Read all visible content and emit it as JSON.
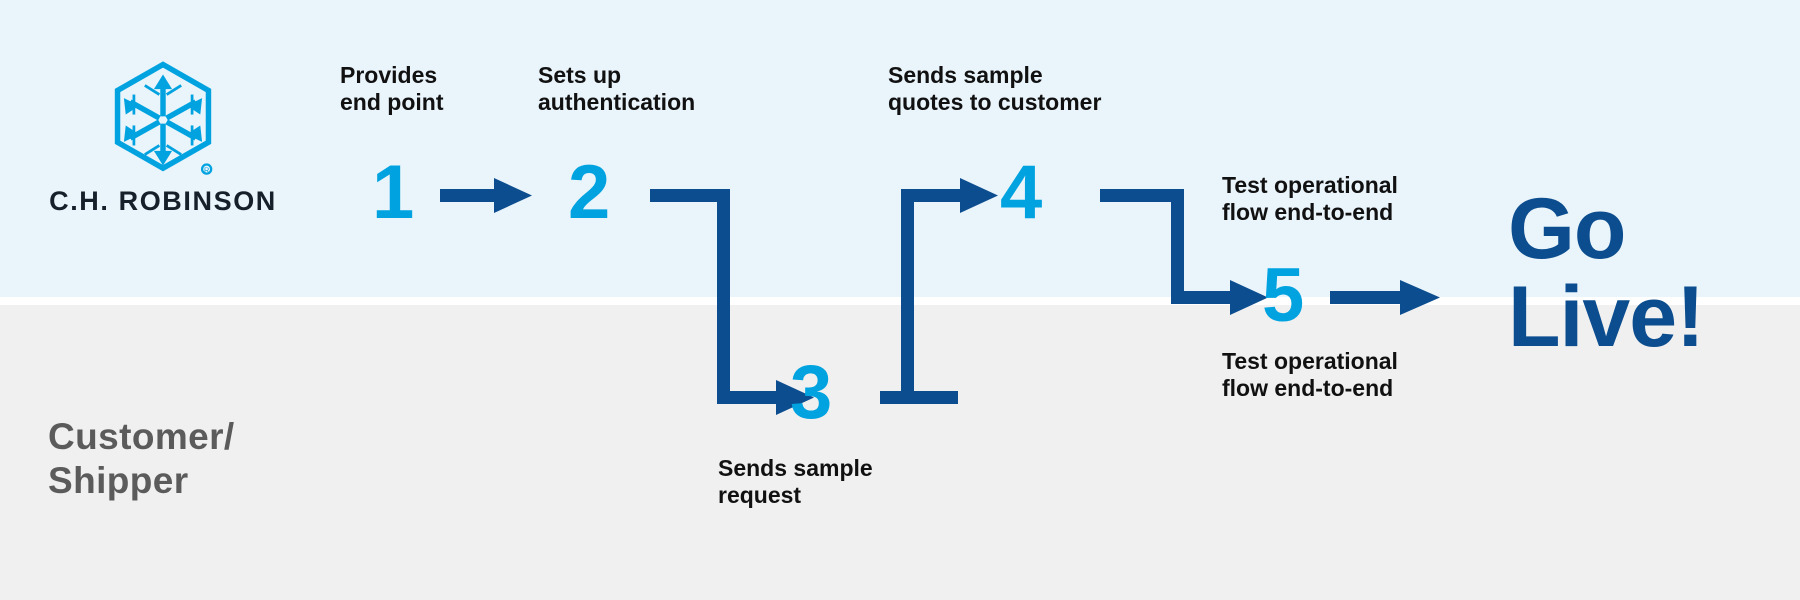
{
  "diagram": {
    "title": "C.H. Robinson API onboarding process flow",
    "colors": {
      "band_top": "#e9f4fb",
      "band_bottom": "#f0f0f0",
      "step_number": "#00a3e0",
      "connector": "#0b4d8f",
      "logo": "#00a3e0",
      "caption_text": "#111111",
      "lane_label_text": "#5b5b5b",
      "go_live_text": "#0b4d8f"
    }
  },
  "branding": {
    "logo_icon": "ch-robinson-hexagon-arrows-logo",
    "wordmark": "C.H. ROBINSON",
    "registered_mark": "®"
  },
  "lanes": [
    {
      "id": "provider",
      "label": ""
    },
    {
      "id": "customer",
      "label": "Customer/\nShipper"
    }
  ],
  "steps": [
    {
      "number": "1",
      "caption": "Provides\nend point",
      "lane": "provider"
    },
    {
      "number": "2",
      "caption": "Sets up\nauthentication",
      "lane": "provider"
    },
    {
      "number": "3",
      "caption": "Sends sample\nrequest",
      "lane": "customer"
    },
    {
      "number": "4",
      "caption": "Sends sample\nquotes to customer",
      "lane": "provider"
    },
    {
      "number": "5",
      "caption_top": "Test operational\nflow end-to-end",
      "caption_bottom": "Test operational\nflow end-to-end",
      "lane": "provider"
    }
  ],
  "outcome": {
    "label": "Go\nLive!"
  },
  "connectors": [
    {
      "id": "c1",
      "from": "1",
      "to": "2",
      "type": "straight-arrow-right"
    },
    {
      "id": "c2",
      "from": "2",
      "to": "3",
      "type": "elbow-down-right-arrow"
    },
    {
      "id": "c3",
      "from": "3",
      "to": "4",
      "type": "elbow-right-up-arrow"
    },
    {
      "id": "c4",
      "from": "4",
      "to": "5",
      "type": "elbow-right-down-arrow"
    },
    {
      "id": "c5",
      "from": "5",
      "to": "go-live",
      "type": "straight-arrow-right"
    }
  ]
}
